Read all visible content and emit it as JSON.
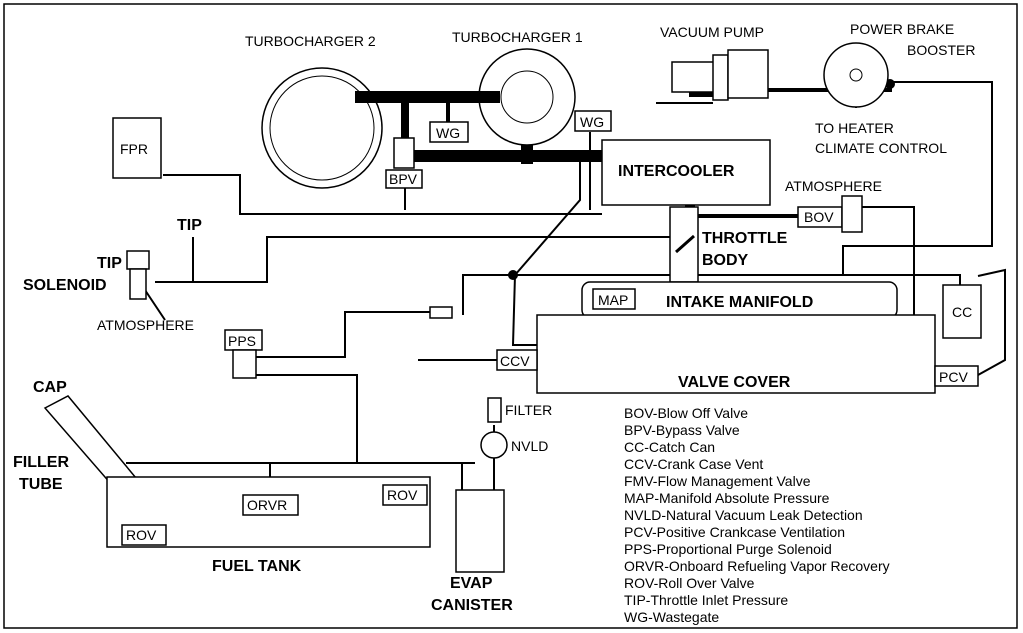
{
  "labels": {
    "turbo2": "TURBOCHARGER 2",
    "turbo1": "TURBOCHARGER 1",
    "vacuum_pump": "VACUUM PUMP",
    "pbb_1": "POWER BRAKE",
    "pbb_2": "BOOSTER",
    "heater_1": "TO HEATER",
    "heater_2": "CLIMATE CONTROL",
    "fpr": "FPR",
    "wg": "WG",
    "bpv": "BPV",
    "intercooler": "INTERCOOLER",
    "atmosphere": "ATMOSPHERE",
    "bov": "BOV",
    "throttle_1": "THROTTLE",
    "throttle_2": "BODY",
    "tip": "TIP",
    "tip_solenoid_1": "TIP",
    "tip_solenoid_2": "SOLENOID",
    "map": "MAP",
    "intake_manifold": "INTAKE MANIFOLD",
    "cc": "CC",
    "pps": "PPS",
    "ccv": "CCV",
    "valve_cover": "VALVE COVER",
    "pcv": "PCV",
    "cap": "CAP",
    "filler_1": "FILLER",
    "filler_2": "TUBE",
    "filter": "FILTER",
    "nvld": "NVLD",
    "orvr": "ORVR",
    "rov": "ROV",
    "fuel_tank": "FUEL TANK",
    "evap_1": "EVAP",
    "evap_2": "CANISTER"
  },
  "legend": [
    "BOV-Blow Off Valve",
    "BPV-Bypass Valve",
    "CC-Catch Can",
    "CCV-Crank Case Vent",
    "FMV-Flow Management Valve",
    "MAP-Manifold Absolute Pressure",
    "NVLD-Natural Vacuum Leak Detection",
    "PCV-Positive Crankcase Ventilation",
    "PPS-Proportional Purge Solenoid",
    "ORVR-Onboard Refueling Vapor Recovery",
    "ROV-Roll Over Valve",
    "TIP-Throttle Inlet Pressure",
    "WG-Wastegate"
  ]
}
